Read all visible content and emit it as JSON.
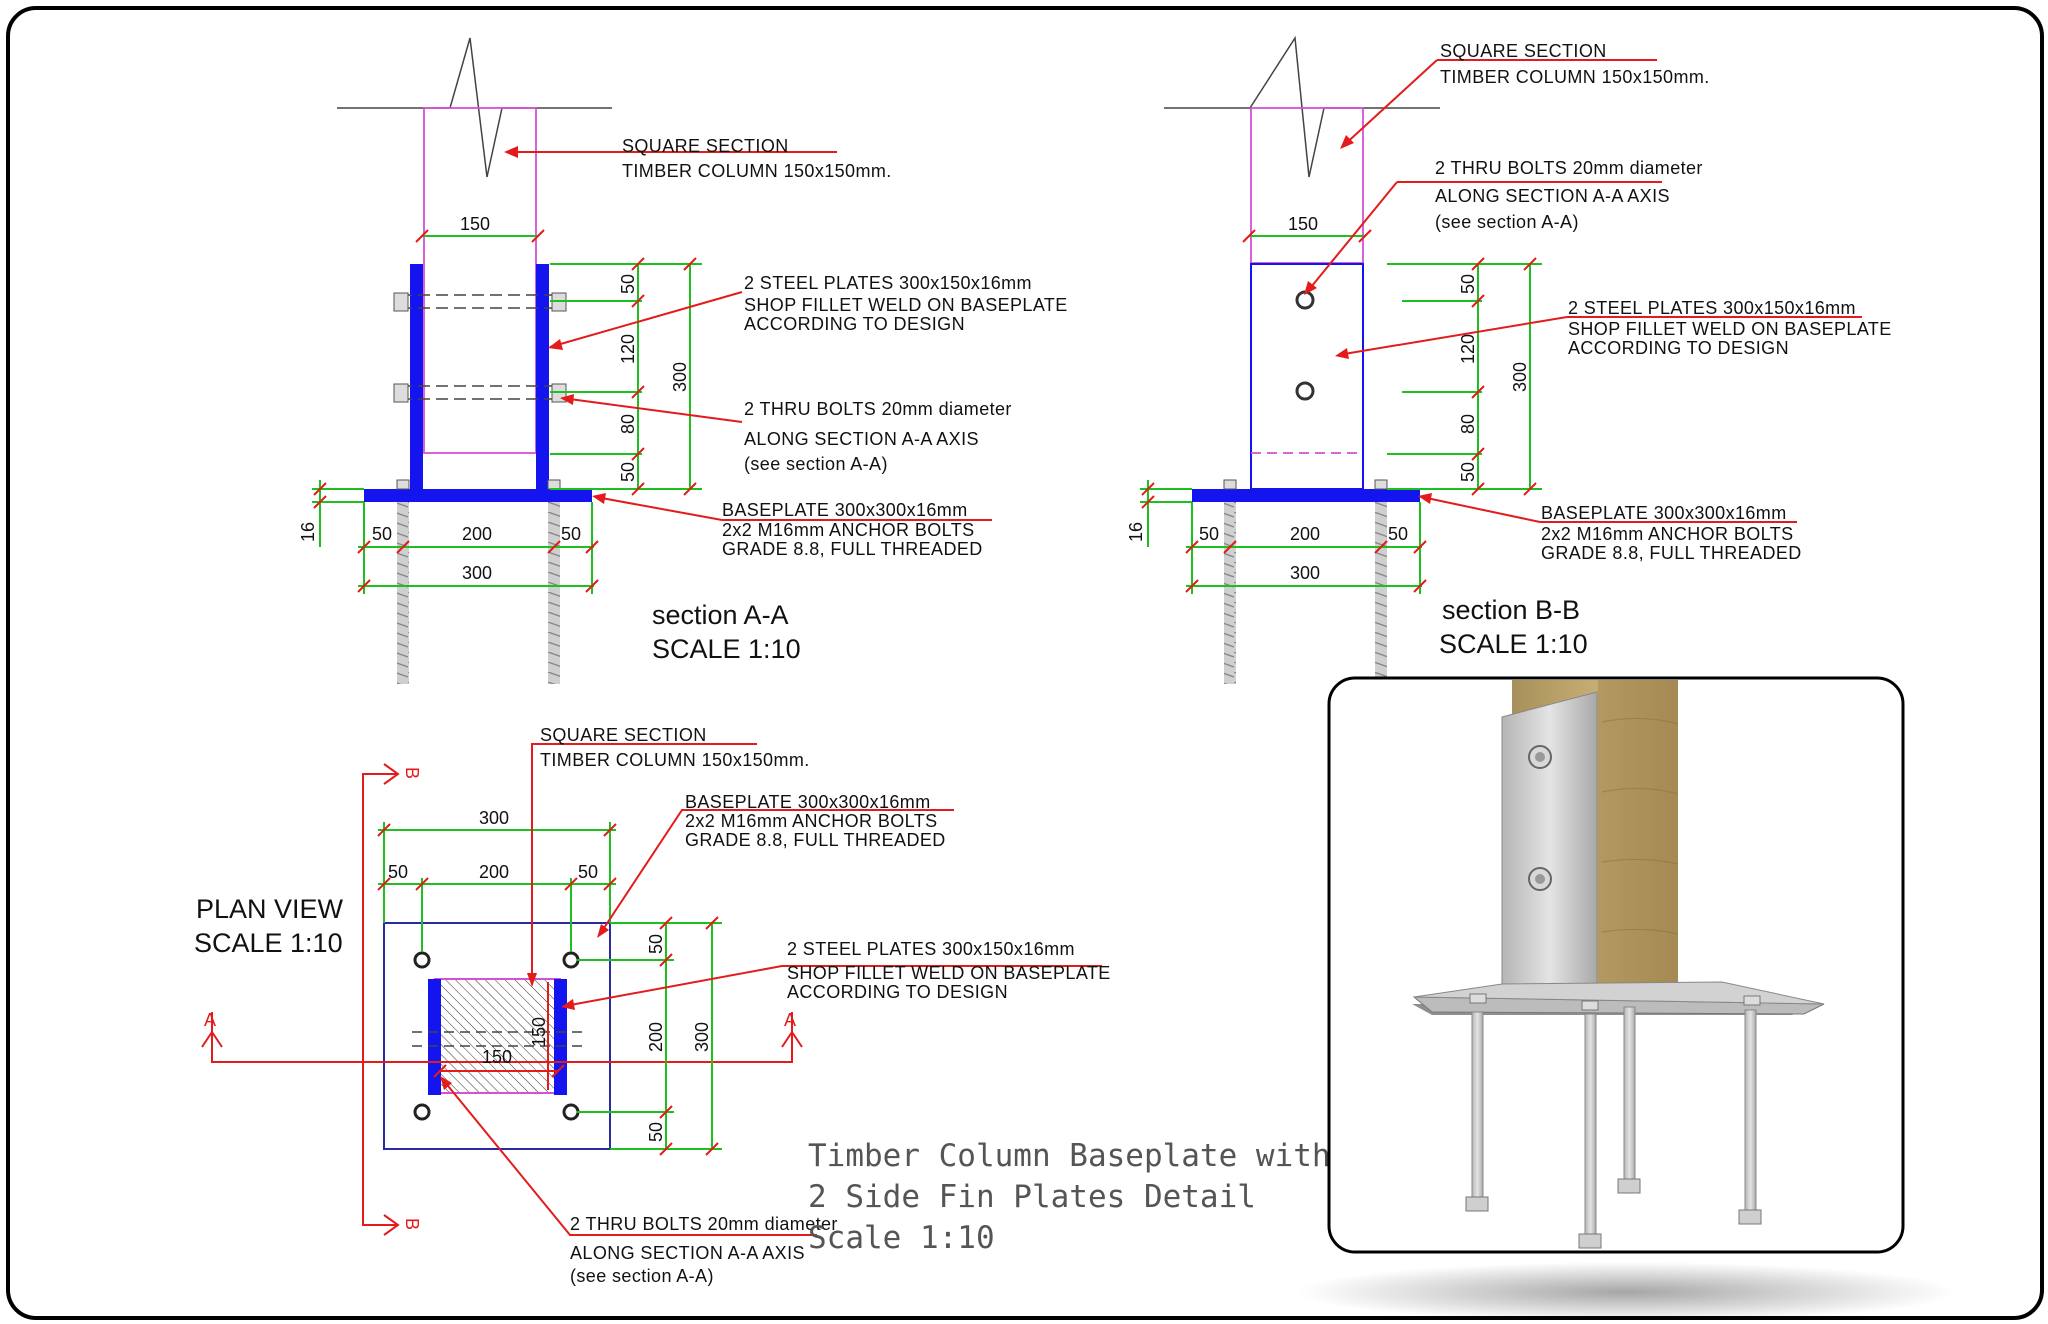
{
  "title": {
    "line1": "Timber Column Baseplate with",
    "line2": "2 Side Fin Plates Detail",
    "line3": "Scale 1:10"
  },
  "labels": {
    "square_section": "SQUARE SECTION",
    "timber_column": "TIMBER COLUMN 150x150mm.",
    "steel_plates": "2 STEEL PLATES 300x150x16mm",
    "shop_weld": "SHOP FILLET WELD ON BASEPLATE",
    "according": "ACCORDING TO DESIGN",
    "thru_bolts": "2 THRU BOLTS 20mm diameter",
    "along_axis": "ALONG SECTION A-A AXIS",
    "see_section": "(see section A-A)",
    "baseplate": "BASEPLATE 300x300x16mm",
    "anchor_bolts": "2x2 M16mm ANCHOR BOLTS",
    "grade": "GRADE 8.8, FULL THREADED"
  },
  "views": {
    "section_aa": {
      "name": "section A-A",
      "scale": "SCALE 1:10"
    },
    "section_bb": {
      "name": "section B-B",
      "scale": "SCALE 1:10"
    },
    "plan": {
      "name": "PLAN VIEW",
      "scale": "SCALE 1:10"
    }
  },
  "dims": {
    "d150": "150",
    "d50": "50",
    "d120": "120",
    "d80": "80",
    "d300": "300",
    "d200": "200",
    "d16": "16"
  },
  "section_marks": {
    "a": "A",
    "b": "B"
  },
  "colors": {
    "steel_plate": "#1414ee",
    "leader_red": "#e31b1b",
    "dimension_green": "#1fbf1f",
    "timber_outline": "#d450d4",
    "timber_render": "#b89a5a",
    "steel_render": "#c9c9c9"
  }
}
